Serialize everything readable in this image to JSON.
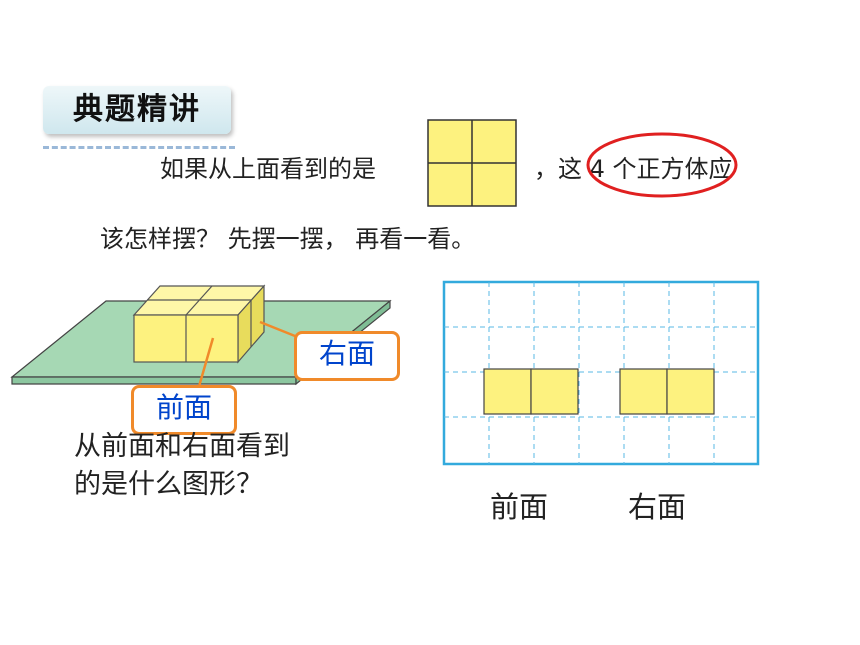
{
  "header": {
    "title": "典题精讲"
  },
  "question": {
    "line1_before": "如果从上面看到的是",
    "line1_after": "，这 4 个正方体应",
    "line2": "该怎样摆？ 先摆一摆， 再看一看。"
  },
  "figure": {
    "front_tag": "前面",
    "right_tag": "右面",
    "caption_line1": "从前面和右面看到",
    "caption_line2": "的是什么图形？"
  },
  "views": {
    "front_label": "前面",
    "right_label": "右面"
  },
  "colors": {
    "cube_fill": "#fdf27f",
    "board_fill": "#a6d8b4",
    "grid_border": "#33aadd",
    "tag_border": "#f08a2a",
    "tag_text": "#0044cc",
    "highlight_ellipse": "#e02020"
  }
}
